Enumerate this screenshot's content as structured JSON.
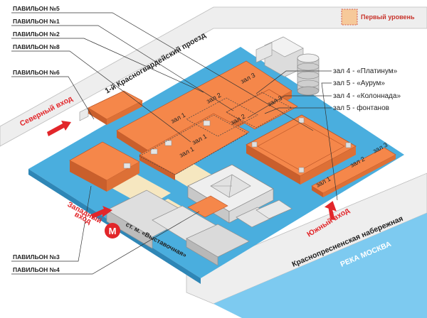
{
  "legend": {
    "label": "Первый уровень",
    "color": "#f6c99a"
  },
  "colors": {
    "water": "#4aaede",
    "road": "#eeeeee",
    "pavilion": "#f5874a",
    "pavilion_side": "#c95f2c",
    "ground": "#f6e7c0",
    "grey_building": "#d9d9d9",
    "entry_arrow": "#e2262a",
    "metro": "#e2262a"
  },
  "pavilions": {
    "p5": "ПАВИЛЬОН №5",
    "p1": "ПАВИЛЬОН №1",
    "p2": "ПАВИЛЬОН №2",
    "p8": "ПАВИЛЬОН №8",
    "p6": "ПАВИЛЬОН №6",
    "p3": "ПАВИЛЬОН №3",
    "p4": "ПАВИЛЬОН №4"
  },
  "halls_right": {
    "platinum": "зал 4 - «Платинум»",
    "aurum": "зал 5 - «Аурум»",
    "colonnade": "зал 4 - «Колоннада»",
    "fountains": "зал 5 - фонтанов"
  },
  "zal_labels": {
    "z3_top": "зал 3",
    "z2_top": "зал 2",
    "z1_top": "зал 1",
    "z3_mid": "зал 3",
    "z2_mid": "зал 2",
    "z1_mid": "зал 1",
    "z1_low": "зал 1",
    "z2_right": "зал 2",
    "z3_right": "зал 3",
    "z1_right": "зал 1"
  },
  "streets": {
    "north_road": "1-й Красногвардейский проезд",
    "embankment": "Краснопресненская набережная",
    "river": "РЕКА МОСКВА"
  },
  "entrances": {
    "north": "Северный вход",
    "west_line1": "Западный",
    "west_line2": "вход",
    "south": "Южный вход"
  },
  "metro": {
    "letter": "М",
    "station": "ст. м. «Выставочная»"
  }
}
